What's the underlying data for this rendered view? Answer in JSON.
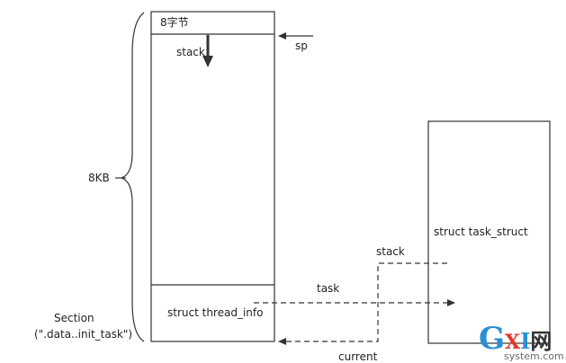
{
  "labels": {
    "bytes8": "8字节",
    "stack_left": "stack",
    "sp": "sp",
    "size": "8KB",
    "section_line1": "Section",
    "section_line2": "(\".data..init_task\")",
    "thread_info": "struct thread_info",
    "task": "task",
    "stack_right": "stack",
    "task_struct": "struct task_struct",
    "current": "current"
  },
  "watermark": {
    "logo_g": "G",
    "logo_x": "X",
    "logo_i": "I",
    "logo_cn": "网",
    "site": "system.com",
    "colors": {
      "g": "#2a8fd6",
      "x": "#e03a2e",
      "i": "#2a8fd6",
      "cn": "#333333"
    }
  }
}
